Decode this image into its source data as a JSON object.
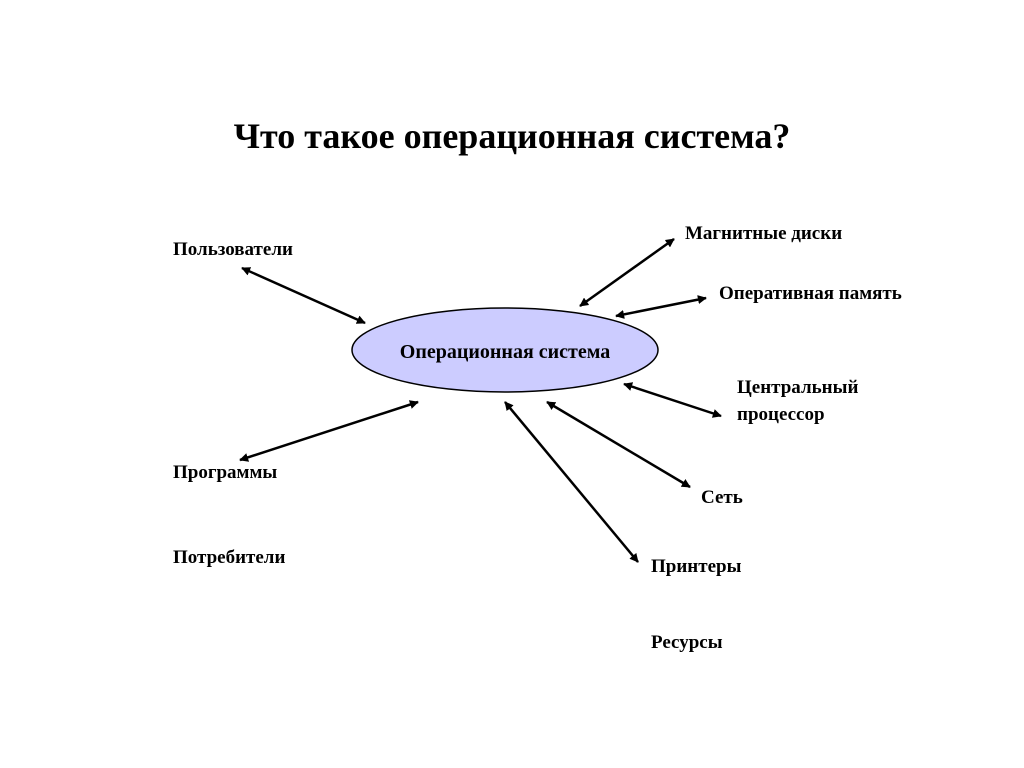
{
  "title": "Что такое операционная система?",
  "center": {
    "label": "Операционная система",
    "fill_color": "#ccccff",
    "stroke_color": "#000000"
  },
  "left_items": {
    "users": "Пользователи",
    "programs": "Программы",
    "consumers": "Потребители"
  },
  "right_items": {
    "magnetic_disks": "Магнитные диски",
    "ram": "Оперативная память",
    "cpu_line1": "Центральный",
    "cpu_line2": "процессор",
    "network": "Сеть",
    "printers": "Принтеры",
    "resources": "Ресурсы"
  },
  "arrow_color": "#000000"
}
